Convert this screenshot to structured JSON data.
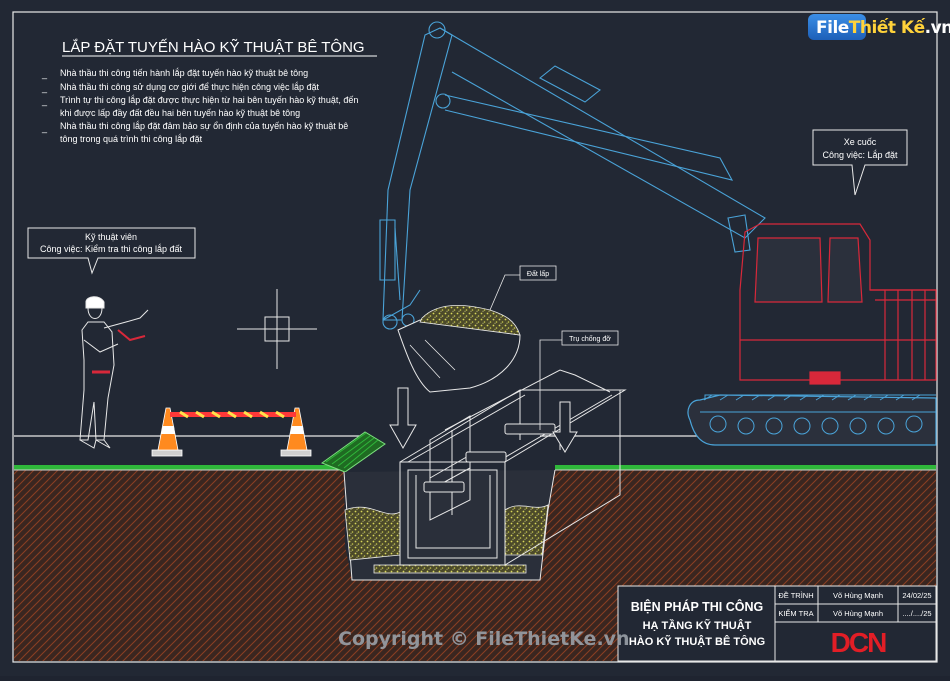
{
  "heading": "LẮP ĐẶT TUYẾN HÀO KỸ THUẬT BÊ TÔNG",
  "notes": [
    "Nhà thầu thi công tiến hành lắp đặt tuyến hào kỹ thuật bê tông",
    "Nhà thầu thi công sử dụng cơ giới để thực hiện công việc lắp đặt",
    "Trình tự thi công lắp đặt được thực hiện từ hai bên tuyến hào kỹ thuật, đến",
    "khi được lấp đầy đất đều hai bên tuyến hào kỹ thuật bê tông",
    "Nhà thầu thi công lắp đặt đảm bảo sự ổn định của tuyến hào kỹ thuật bê",
    "tông trong quá trình thi công lắp đặt"
  ],
  "callouts": {
    "technician": {
      "line1": "Kỹ thuật viên",
      "line2": "Công việc: Kiểm tra thi công lắp đất"
    },
    "excavator": {
      "line1": "Xe cuốc",
      "line2": "Công việc: Lắp đặt"
    },
    "fill_soil": "Đất lấp",
    "support_post": "Trụ chống đỡ"
  },
  "title_block": {
    "title1": "BIỆN PHÁP THI CÔNG",
    "title2": "HẠ TẦNG KỸ THUẬT",
    "title3": "HÀO KỸ THUẬT BÊ TÔNG",
    "row1_label": "ĐỀ TRÌNH",
    "row1_name": "Võ Hùng Mạnh",
    "row1_date": "24/02/25",
    "row2_label": "KIỂM TRA",
    "row2_name": "Võ Hùng Mạnh",
    "row2_date": "..../..../25",
    "company_logo": "DCN"
  },
  "watermark": {
    "site_logo_a": "File",
    "site_logo_b": "Thiết Kế",
    "site_logo_c": ".vn",
    "copyright": "Copyright © FileThietKe.vn"
  },
  "colors": {
    "background": "#222834",
    "excavator_arm": "#4aa3d8",
    "excavator_body": "#d8283a",
    "ground_hatch": "#7a3a22",
    "grass": "#2fb83a",
    "line": "#e8e8e8",
    "cone": "#ff8a1f",
    "logo_red": "#e21e26"
  }
}
